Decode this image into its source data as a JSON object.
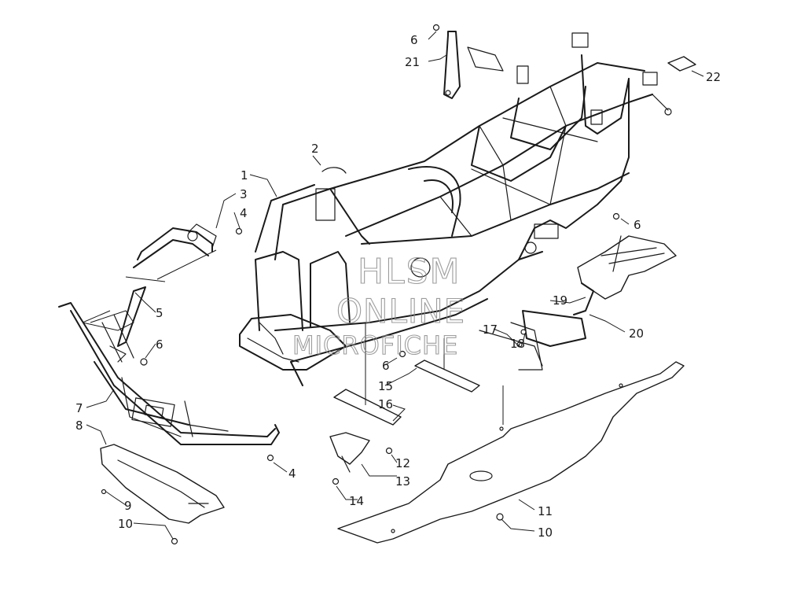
{
  "watermark": {
    "line1": "HLSM",
    "line2": "ONLINE",
    "line3": "MICROFICHE",
    "color": "#8c8c8c"
  },
  "callouts": [
    {
      "id": "c1",
      "text": "1"
    },
    {
      "id": "c2",
      "text": "2"
    },
    {
      "id": "c3",
      "text": "3"
    },
    {
      "id": "c4a",
      "text": "4"
    },
    {
      "id": "c4b",
      "text": "4"
    },
    {
      "id": "c5",
      "text": "5"
    },
    {
      "id": "c6a",
      "text": "6"
    },
    {
      "id": "c6b",
      "text": "6"
    },
    {
      "id": "c6c",
      "text": "6"
    },
    {
      "id": "c6d",
      "text": "6"
    },
    {
      "id": "c7",
      "text": "7"
    },
    {
      "id": "c8",
      "text": "8"
    },
    {
      "id": "c9",
      "text": "9"
    },
    {
      "id": "c10a",
      "text": "10"
    },
    {
      "id": "c10b",
      "text": "10"
    },
    {
      "id": "c11",
      "text": "11"
    },
    {
      "id": "c12",
      "text": "12"
    },
    {
      "id": "c13",
      "text": "13"
    },
    {
      "id": "c14",
      "text": "14"
    },
    {
      "id": "c15",
      "text": "15"
    },
    {
      "id": "c16",
      "text": "16"
    },
    {
      "id": "c17",
      "text": "17"
    },
    {
      "id": "c18",
      "text": "18"
    },
    {
      "id": "c19",
      "text": "19"
    },
    {
      "id": "c20",
      "text": "20"
    },
    {
      "id": "c21",
      "text": "21"
    },
    {
      "id": "c22",
      "text": "22"
    }
  ],
  "colors": {
    "ink": "#1a1a1a",
    "background": "#ffffff"
  }
}
